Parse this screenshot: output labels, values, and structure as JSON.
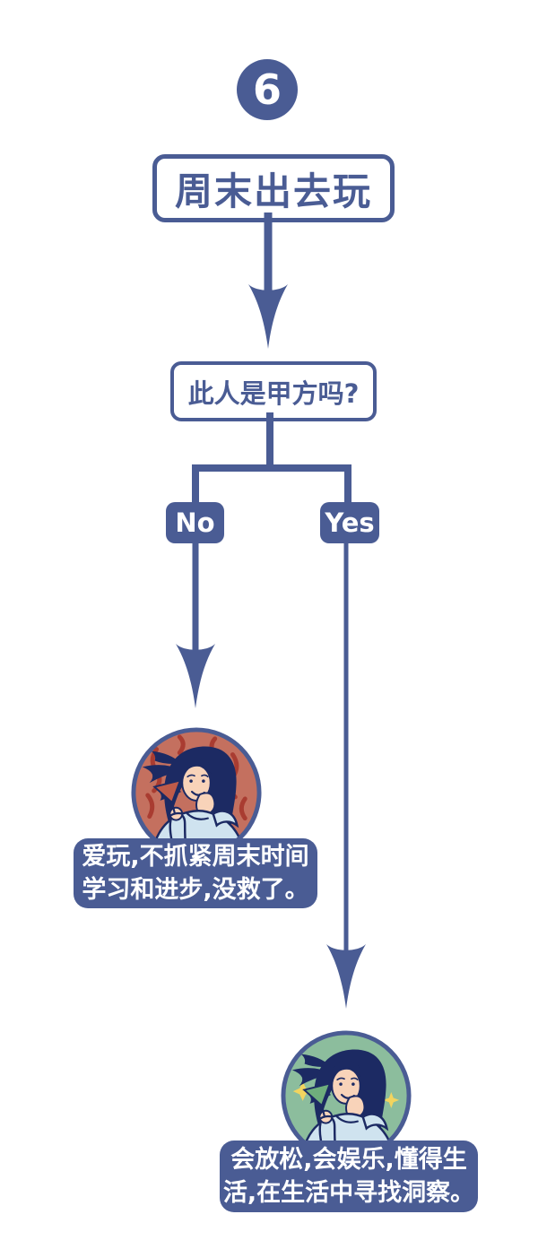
{
  "step_number": "6",
  "title": "周末出去玩",
  "question": "此人是甲方吗?",
  "branch_no": {
    "label": "No",
    "result_lines": [
      "爱玩,不抓紧周末时间",
      "学习和进步,没救了。"
    ]
  },
  "branch_yes": {
    "label": "Yes",
    "result_lines": [
      "会放松,会娱乐,懂得生",
      "活,在生活中寻找洞察。"
    ]
  },
  "avatars": {
    "no": {
      "description": "woman with messy hair holding red cocktail, red squiggle background",
      "background": "#c4705f",
      "decoration": "#a93c31",
      "drink": "#bf5b49"
    },
    "yes": {
      "description": "woman with messy hair holding green cocktail, green background with sparkles",
      "background": "#8cbd9d",
      "decoration": "#f2d45f",
      "drink": "#6fae7c"
    }
  },
  "colors": {
    "primary_blue": "#4a5c94",
    "text_on_blue": "#ffffff",
    "background": "#ffffff",
    "hair_navy": "#1c2a63",
    "skin": "#f8d3b9",
    "hoodie": "#cfe3ef"
  }
}
